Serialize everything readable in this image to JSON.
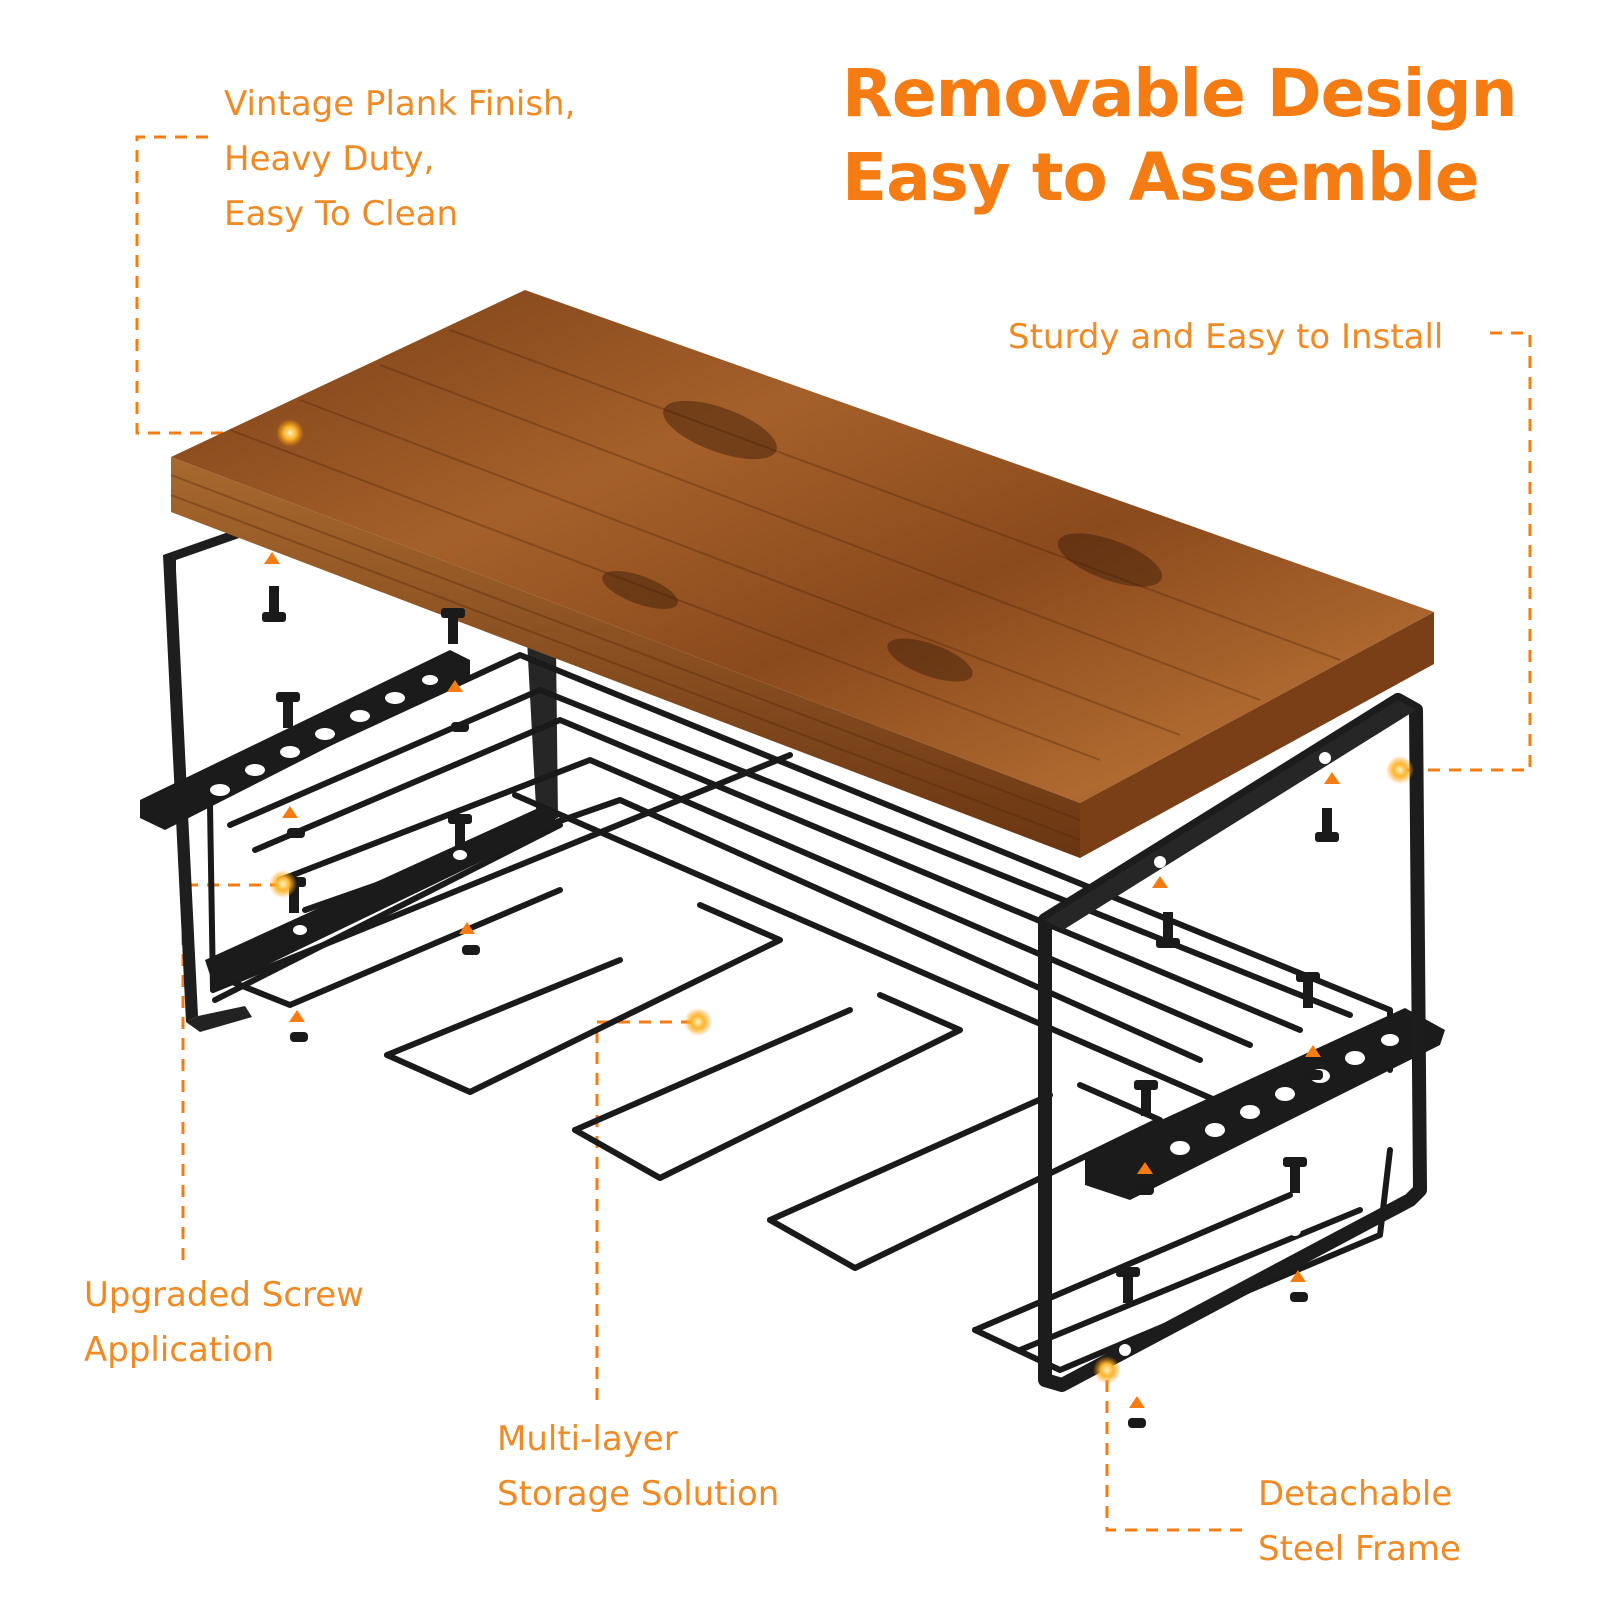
{
  "headline": {
    "line1": "Removable Design",
    "line2": "Easy to Assemble"
  },
  "callouts": {
    "plank": [
      "Vintage Plank Finish,",
      "Heavy Duty,",
      "Easy To Clean"
    ],
    "sturdy": [
      "Sturdy and Easy to Install"
    ],
    "screw": [
      "Upgraded Screw",
      "Application"
    ],
    "storage": [
      "Multi-layer",
      "Storage Solution"
    ],
    "frame": [
      "Detachable",
      "Steel Frame"
    ]
  },
  "colors": {
    "accent": "#f57c12",
    "callout_text": "#f08a24",
    "wood": "#8a4a1c",
    "steel": "#1c1c1c"
  },
  "product": {
    "subject": "tool storage rack with wooden top shelf and black steel wire frame",
    "icons": [
      "screw-icon",
      "arrow-up-icon",
      "highlight-dot-icon"
    ]
  }
}
